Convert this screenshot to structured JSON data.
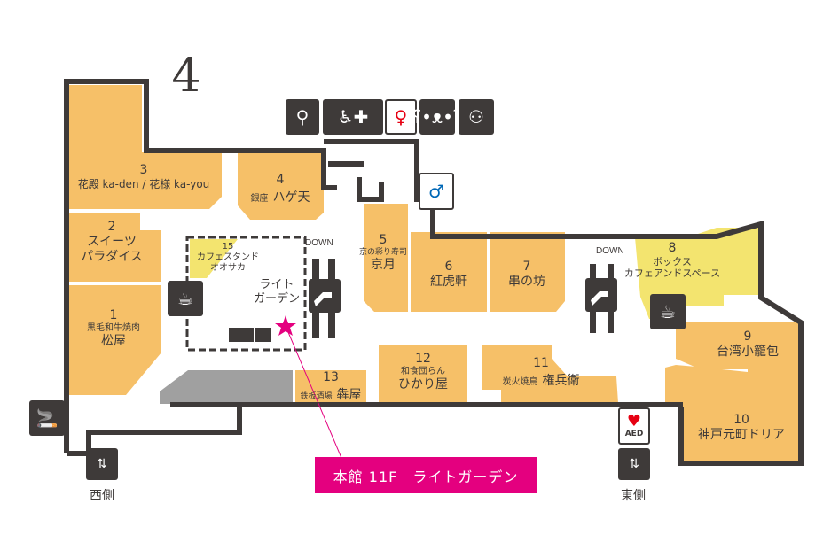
{
  "floor_label": "4",
  "shops": [
    {
      "num": "1",
      "sub": "黒毛和牛焼肉",
      "name": "松屋"
    },
    {
      "num": "2",
      "sub": "",
      "name": "スイーツ\nパラダイス"
    },
    {
      "num": "3",
      "sub": "",
      "name": "花殿 ka-den / 花様 ka-you"
    },
    {
      "num": "4",
      "sub": "銀座",
      "name": "ハゲ天"
    },
    {
      "num": "5",
      "sub": "京の彩り寿司",
      "name": "京月"
    },
    {
      "num": "6",
      "sub": "",
      "name": "紅虎軒"
    },
    {
      "num": "7",
      "sub": "",
      "name": "串の坊"
    },
    {
      "num": "8",
      "sub": "ボックス",
      "name": "カフェアンドスペース"
    },
    {
      "num": "9",
      "sub": "",
      "name": "台湾小籠包"
    },
    {
      "num": "10",
      "sub": "",
      "name": "神戸元町ドリア"
    },
    {
      "num": "11",
      "sub": "炭火焼鳥",
      "name": "権兵衛"
    },
    {
      "num": "12",
      "sub": "和食団らん",
      "name": "ひかり屋"
    },
    {
      "num": "13",
      "sub": "鉄板酒場",
      "name": "犇屋"
    },
    {
      "num": "15",
      "sub": "カフェスタンド",
      "name": "オオサカ"
    }
  ],
  "garden_label": "ライト\nガーデン",
  "banner": "本館 11F　ライトガーデン",
  "west": "西側",
  "east": "東側",
  "down_label": "DOWN",
  "aed_label": "AED",
  "colors": {
    "shop": "#f6c068",
    "highlight": "#f3e46f",
    "wall": "#3e3a39",
    "accent": "#e4007f",
    "gray": "#a0a0a0"
  }
}
